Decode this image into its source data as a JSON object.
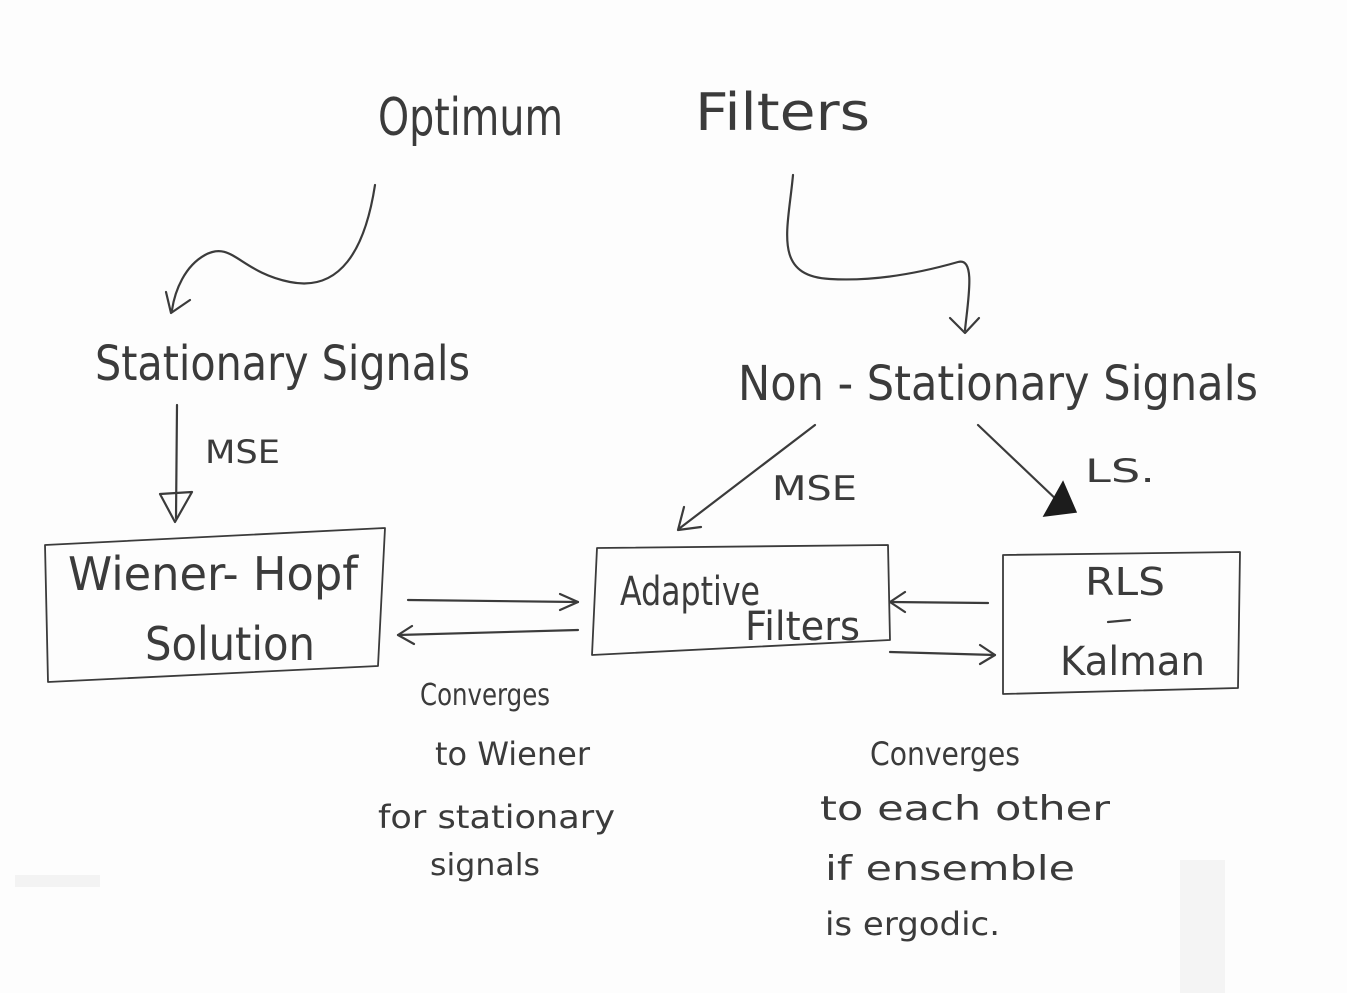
{
  "colors": {
    "ink": "#3b3b3b",
    "ink_dark": "#1c1c1c",
    "paper": "#fdfdfd"
  },
  "title": {
    "left": "Optimum",
    "right": "Filters"
  },
  "nodes": {
    "stationary": {
      "label": "Stationary Signals"
    },
    "non_stationary": {
      "label": "Non - Stationary Signals"
    },
    "wiener_hopf": {
      "line1": "Wiener- Hopf",
      "line2": "Solution"
    },
    "adaptive": {
      "line1": "Adaptive",
      "line2": "Filters"
    },
    "rls_kalman": {
      "line1": "RLS",
      "line2": "Kalman"
    }
  },
  "edges": {
    "stationary_to_wiener": "MSE",
    "nonstationary_to_adaptive": "MSE",
    "nonstationary_to_rls": "LS."
  },
  "notes": {
    "adaptive_wiener": [
      "Converges",
      "to Wiener",
      "for stationary",
      "signals"
    ],
    "adaptive_rls": [
      "Converges",
      "to each other",
      "if ensemble",
      "is ergodic."
    ]
  }
}
